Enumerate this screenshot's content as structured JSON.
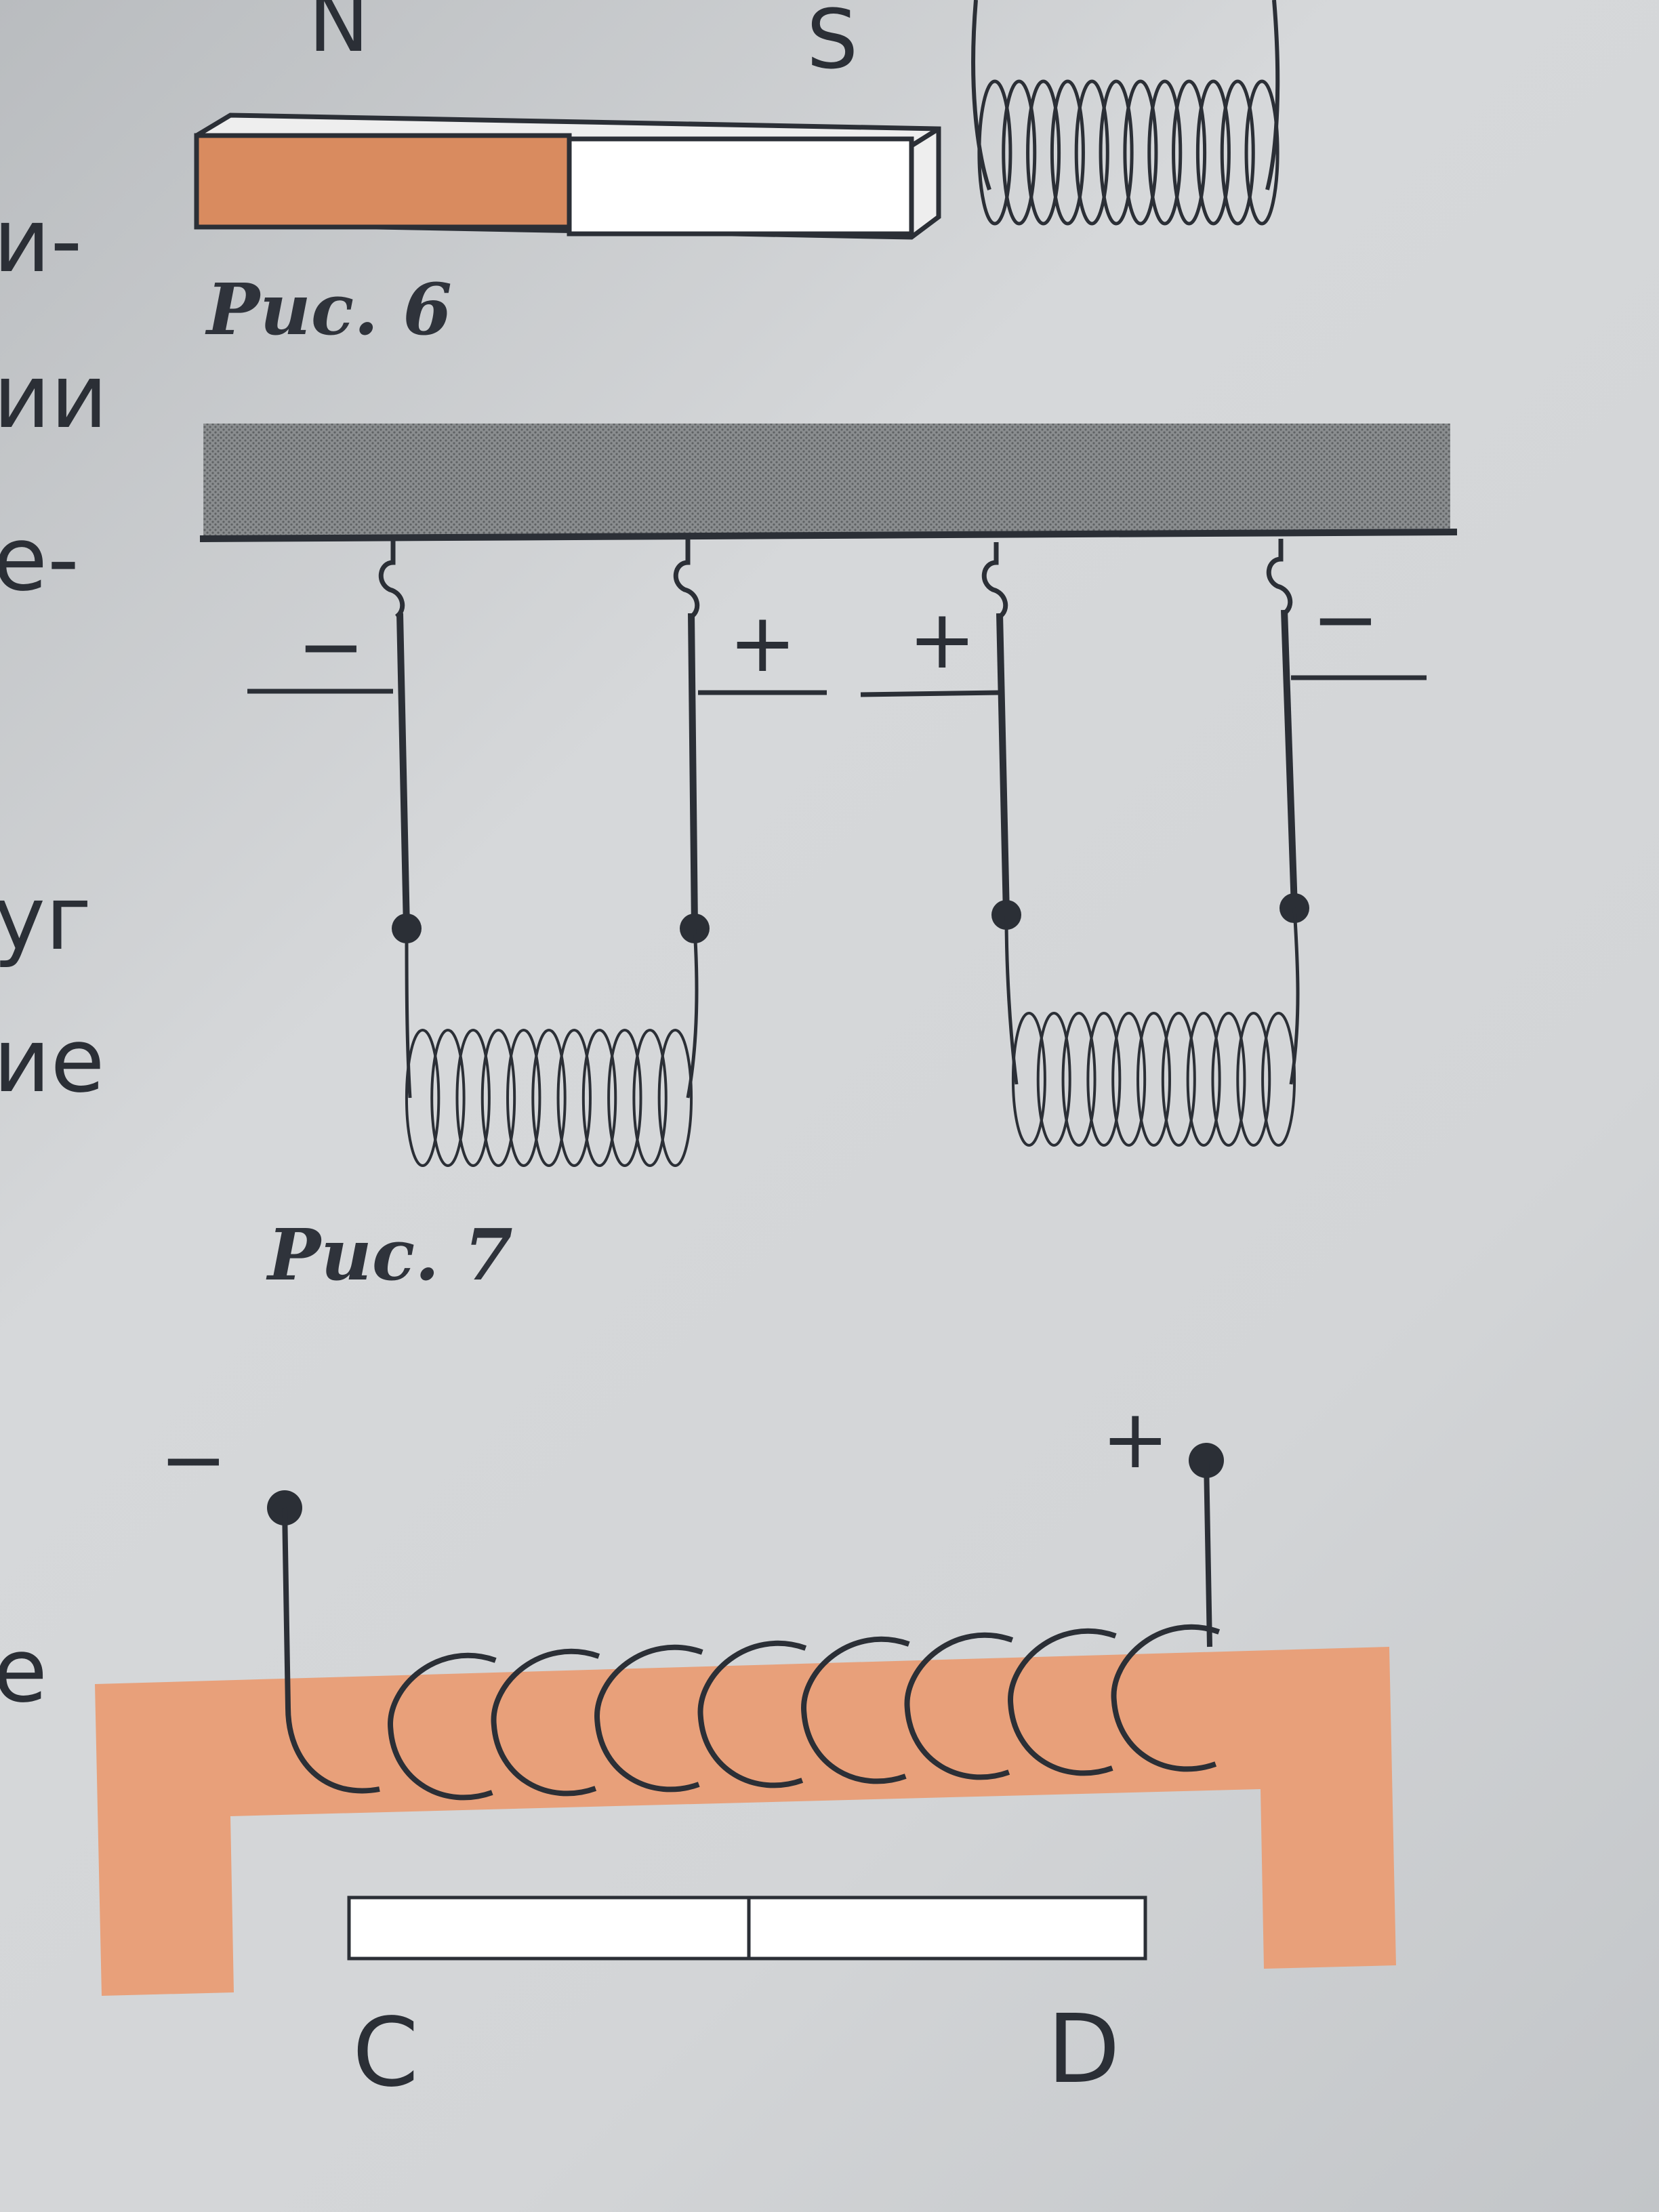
{
  "margin_fragments": [
    "и-",
    "ии",
    "е-",
    "уг",
    "ие",
    "е"
  ],
  "figure6": {
    "caption": "Рис. 6",
    "magnet": {
      "north": "N",
      "south": "S",
      "north_color": "#d98b5f",
      "south_color": "#ffffff"
    }
  },
  "figure7": {
    "caption": "Рис. 7",
    "terminals": [
      "−",
      "+",
      "+",
      "−"
    ]
  },
  "figure8": {
    "minus": "−",
    "plus": "+",
    "core_color": "#e8a07a",
    "label_c": "C",
    "label_d": "D"
  }
}
